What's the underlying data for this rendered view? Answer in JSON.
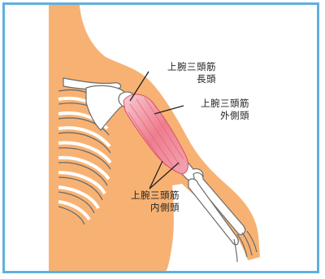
{
  "labels": {
    "long_head": {
      "line1": "上腕三頭筋",
      "line2": "長頭"
    },
    "lateral_head": {
      "line1": "上腕三頭筋",
      "line2": "外側頭"
    },
    "medial_head": {
      "line1": "上腕三頭筋",
      "line2": "内側頭"
    }
  },
  "colors": {
    "frame": "#5fb0de",
    "skin": "#f7b273",
    "bone": "#ffffff",
    "bone_outline": "#6b6b6b",
    "muscle": "#ee7d8e",
    "muscle_light": "#f8c7cf"
  }
}
